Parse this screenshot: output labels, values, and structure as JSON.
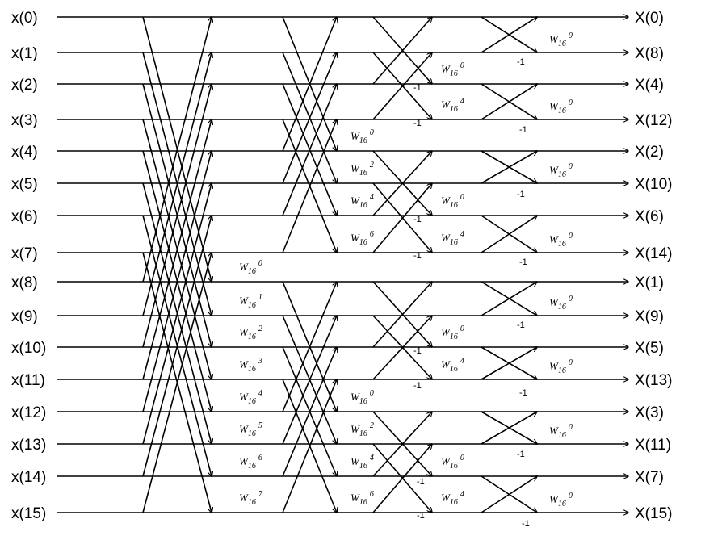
{
  "diagram": {
    "inputs": [
      "x(0)",
      "x(1)",
      "x(2)",
      "x(3)",
      "x(4)",
      "x(5)",
      "x(6)",
      "x(7)",
      "x(8)",
      "x(9)",
      "x(10)",
      "x(11)",
      "x(12)",
      "x(13)",
      "x(14)",
      "x(15)"
    ],
    "outputs": [
      "X(0)",
      "X(8)",
      "X(4)",
      "X(12)",
      "X(2)",
      "X(10)",
      "X(6)",
      "X(14)",
      "X(1)",
      "X(9)",
      "X(5)",
      "X(13)",
      "X(3)",
      "X(11)",
      "X(7)",
      "X(15)"
    ],
    "twiddle_base": "W",
    "twiddle_subscript": "16",
    "stage1_exponents": [
      "0",
      "1",
      "2",
      "3",
      "4",
      "5",
      "6",
      "7"
    ],
    "stage2_exponents": [
      "0",
      "2",
      "4",
      "6",
      "0",
      "2",
      "4",
      "6"
    ],
    "stage3_exponents": [
      "0",
      "4",
      "0",
      "4",
      "0",
      "4",
      "0",
      "4"
    ],
    "stage4_exponents": [
      "0",
      "0",
      "0",
      "0",
      "0",
      "0",
      "0",
      "0"
    ],
    "minus_one": "-1"
  }
}
